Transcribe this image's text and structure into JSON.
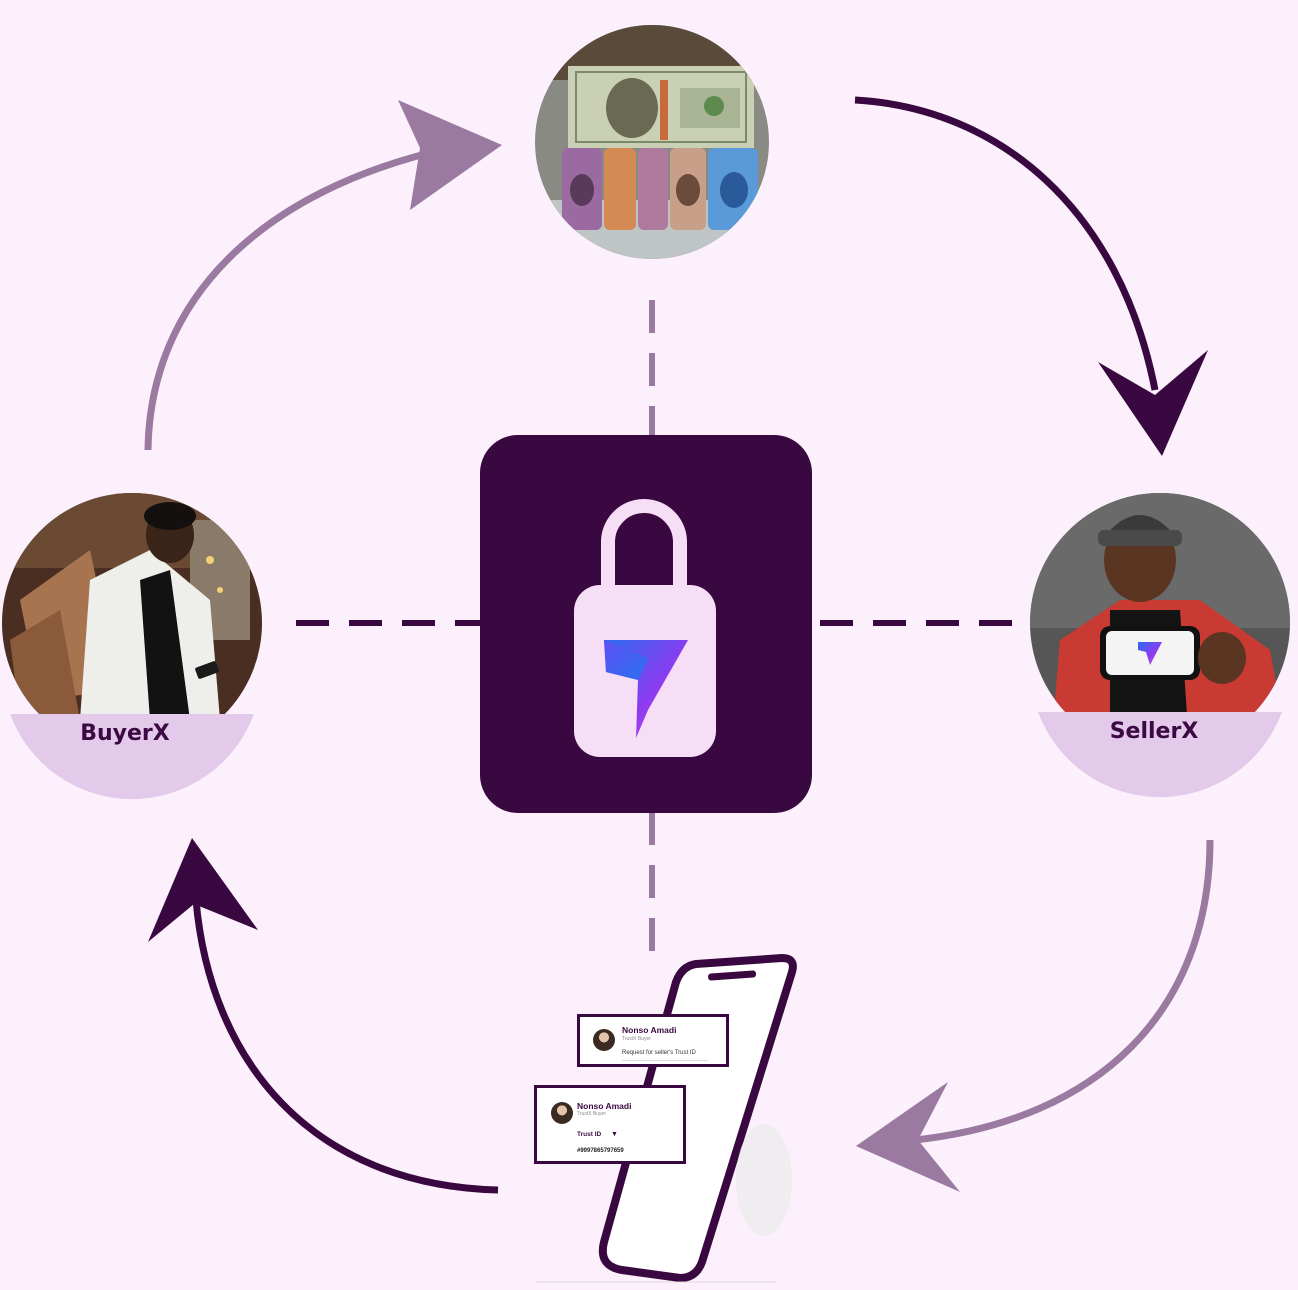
{
  "diagram": {
    "center": {
      "icon": "padlock-icon",
      "emblem": "brand-logo"
    },
    "nodes": {
      "top": {
        "image": "currency-banknotes-photo"
      },
      "left": {
        "image": "buyer-photo",
        "label": "BuyerX"
      },
      "right": {
        "image": "seller-photo",
        "label": "SellerX"
      },
      "bottom": {
        "image": "phone-mockup"
      }
    },
    "cards": {
      "request": {
        "name": "Nonso Amadi",
        "role": "TrustX Buyer",
        "message": "Request for seller's Trust ID"
      },
      "trust": {
        "name": "Nonso Amadi",
        "role": "TrustX Buyer",
        "field": "Trust ID",
        "value": "#9997865797659"
      }
    },
    "colors": {
      "background": "#fcf0fc",
      "dark_purple": "#3a0840",
      "light_purple": "#9a7aa0",
      "label_band": "#e3c9ea",
      "lock_body": "#f6def6"
    }
  }
}
